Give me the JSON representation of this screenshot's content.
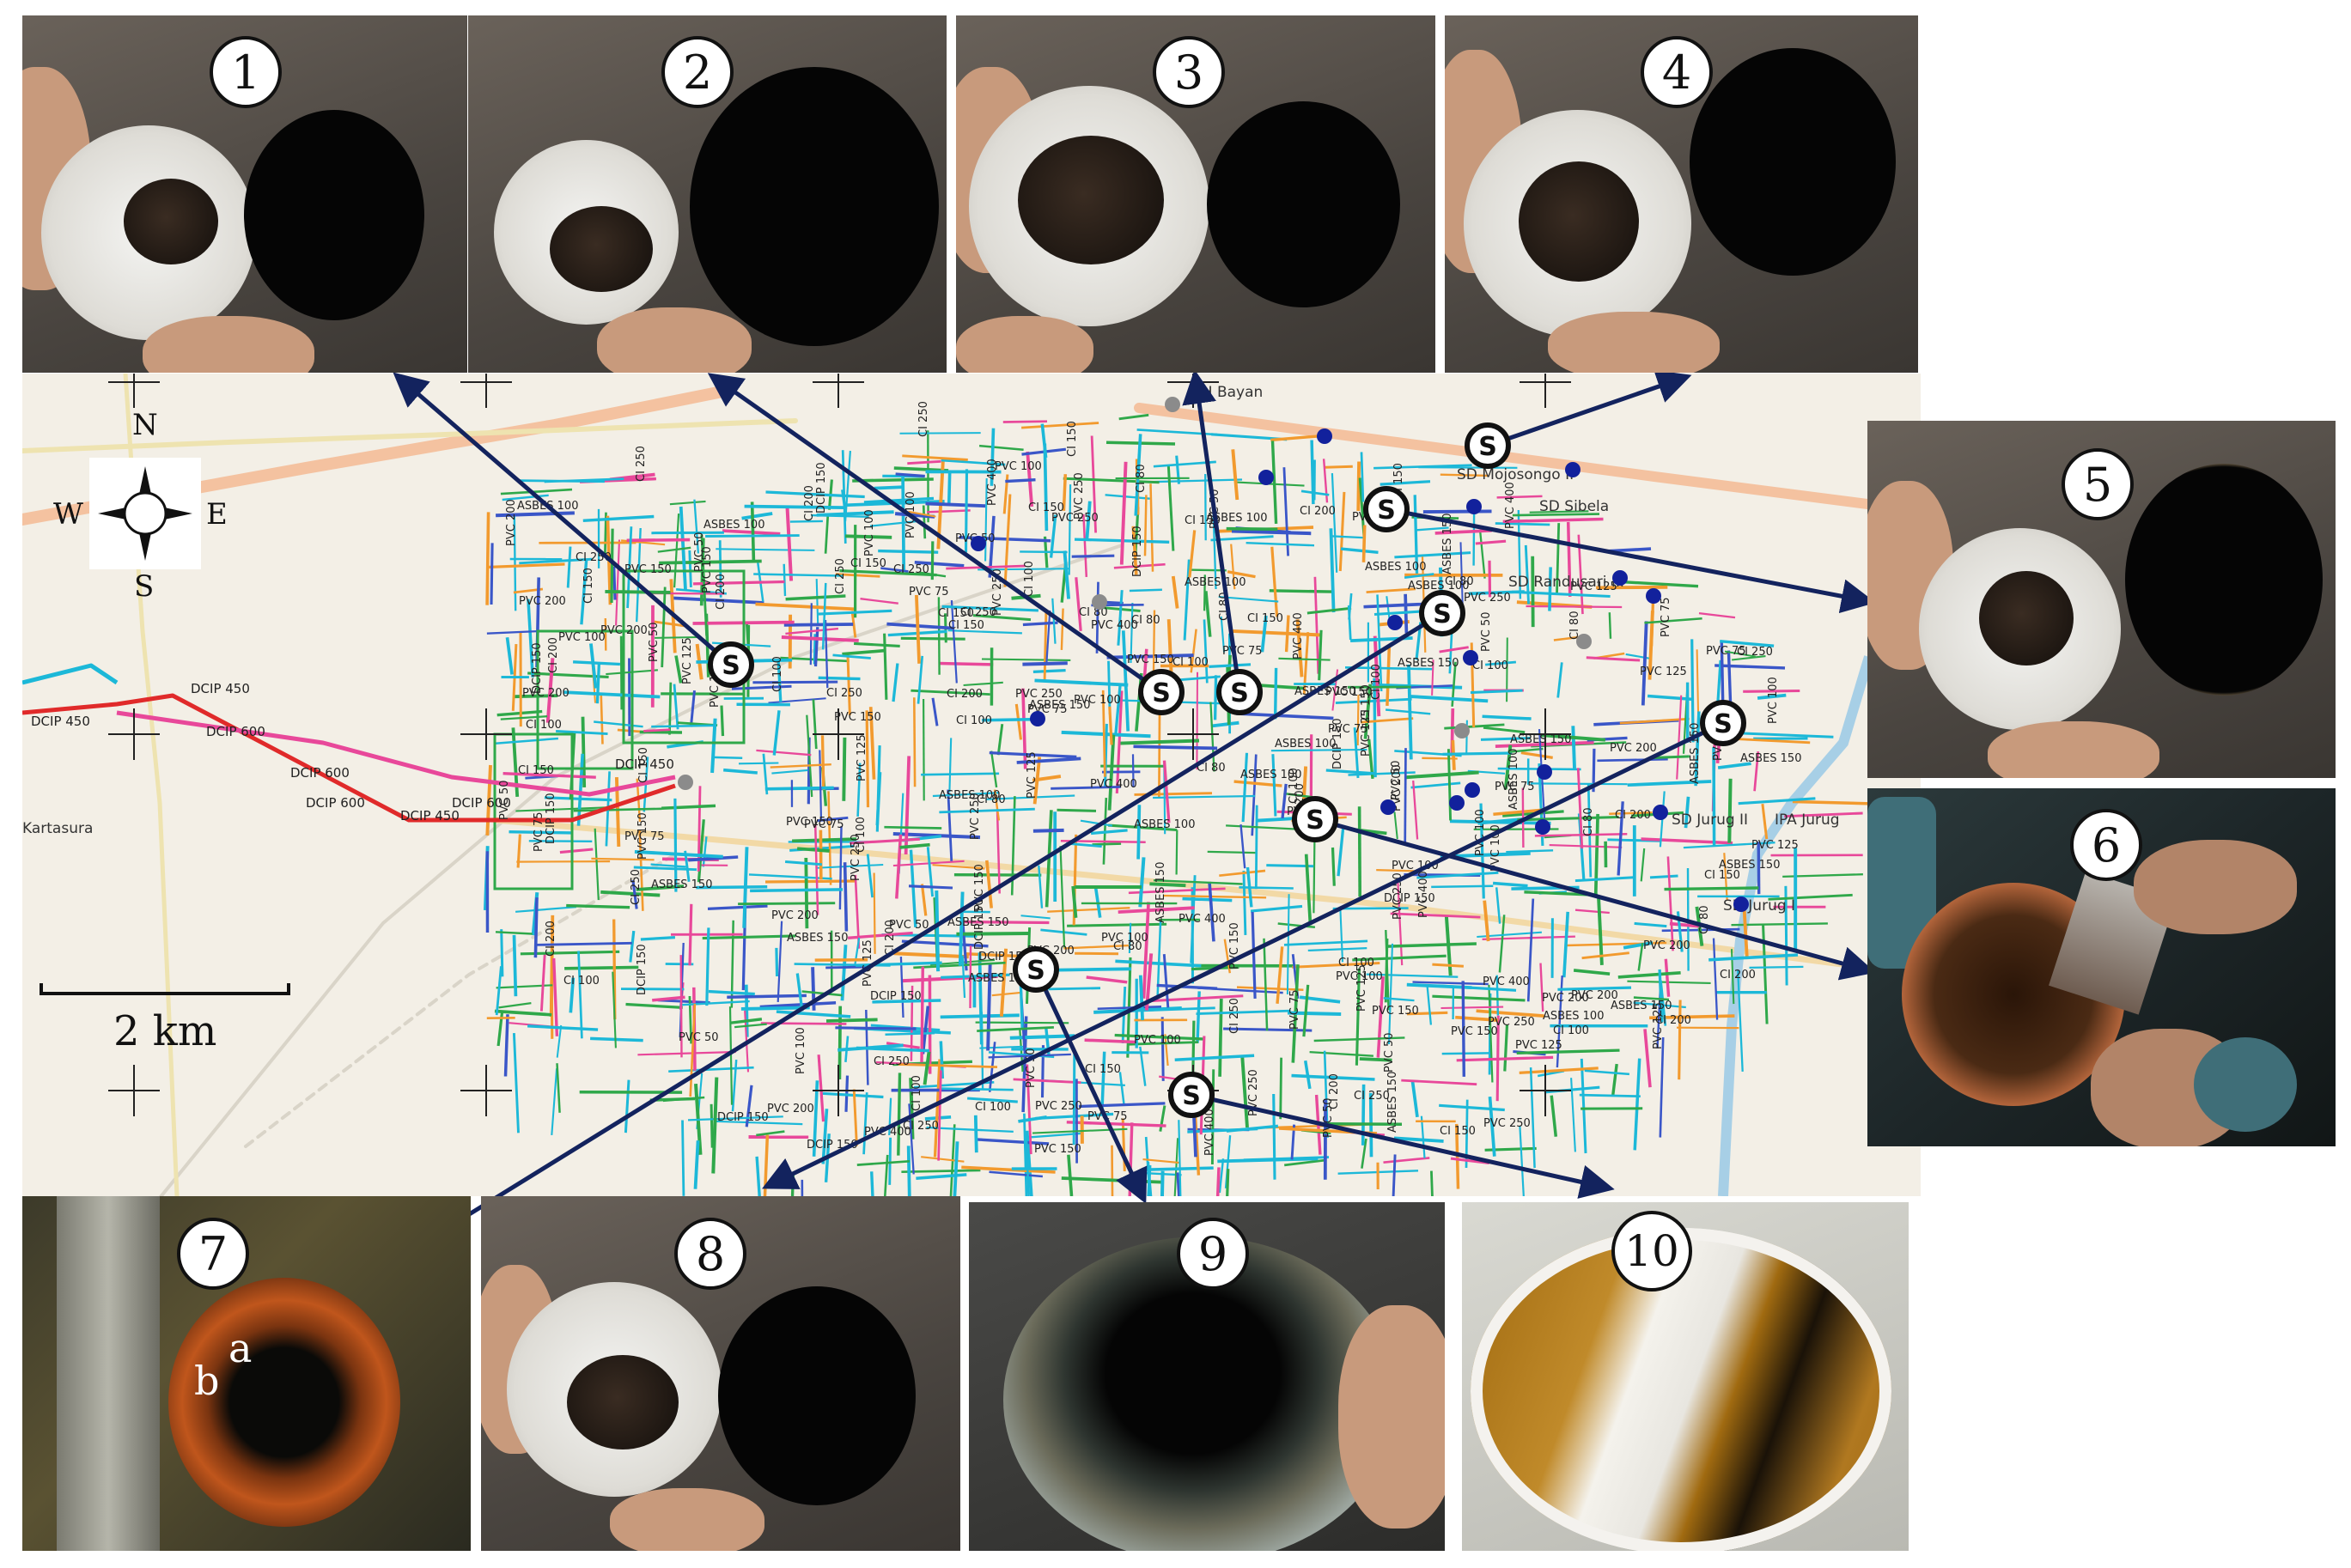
{
  "photo_labels": [
    "1",
    "2",
    "3",
    "4",
    "5",
    "6",
    "7",
    "8",
    "9",
    "10"
  ],
  "photo7_layers": {
    "a": "a",
    "b": "b"
  },
  "compass": {
    "n": "N",
    "s": "S",
    "e": "E",
    "w": "W"
  },
  "scale_label": "2 km",
  "station_symbol": "S",
  "place_labels": [
    "SD Mojosongo II",
    "SD Sibela",
    "SD Randusari III",
    "SD Jurug II",
    "IPA Jurug",
    "SD Jurug I",
    "SH Bayan",
    "Kartasura"
  ],
  "pipe_annotations": {
    "west_main": [
      "DCIP 450",
      "DCIP 600",
      "DCIP 600",
      "DCIP 600",
      "DCIP 450",
      "DCIP 600",
      "DCIP 450",
      "DCIP 450"
    ],
    "network": [
      "PVC 150",
      "PVC 100",
      "PVC 75",
      "PVC 50",
      "PVC 200",
      "PVC 250",
      "CI 150",
      "CI 100",
      "CI 80",
      "ASBES 150",
      "ASBES 100",
      "DCIP 150",
      "PVC 125",
      "CI 200",
      "PVC 400",
      "CI 250"
    ]
  },
  "colors": {
    "arrow": "#13235e",
    "badge_border": "#111111",
    "map_bg": "#f3efe6",
    "pipe_pvc": "#1cb8d8",
    "pipe_green": "#2fa84a",
    "pipe_orange": "#f29a2e",
    "pipe_magenta": "#e8489a",
    "pipe_dcip": "#e02a2a",
    "pipe_blue": "#3a56c8",
    "road": "#f4c2a0",
    "station_dot": "#12219c",
    "gray_dot": "#8b8b8b"
  },
  "icons": [
    "compass-rose-icon",
    "station-marker-icon",
    "arrow-icon"
  ]
}
